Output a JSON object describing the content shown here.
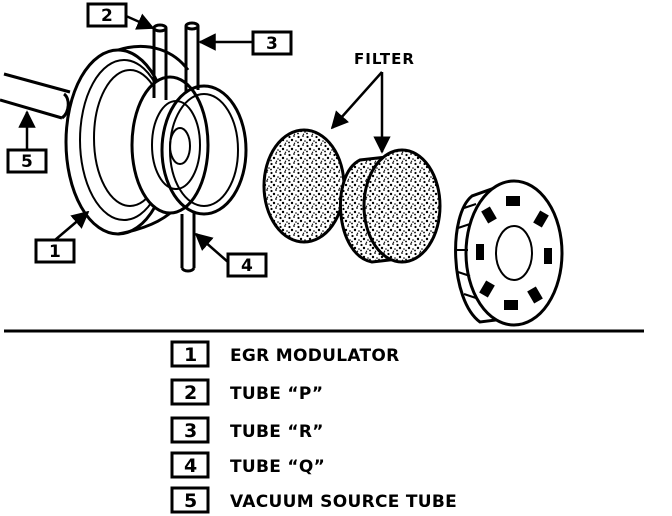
{
  "diagram": {
    "filter_label": "FILTER",
    "callouts": [
      {
        "number": "1"
      },
      {
        "number": "2"
      },
      {
        "number": "3"
      },
      {
        "number": "4"
      },
      {
        "number": "5"
      }
    ],
    "legend": [
      {
        "number": "1",
        "text": "EGR MODULATOR"
      },
      {
        "number": "2",
        "text": "TUBE “P”"
      },
      {
        "number": "3",
        "text": "TUBE “R”"
      },
      {
        "number": "4",
        "text": "TUBE “Q”"
      },
      {
        "number": "5",
        "text": "VACUUM SOURCE TUBE"
      }
    ]
  }
}
